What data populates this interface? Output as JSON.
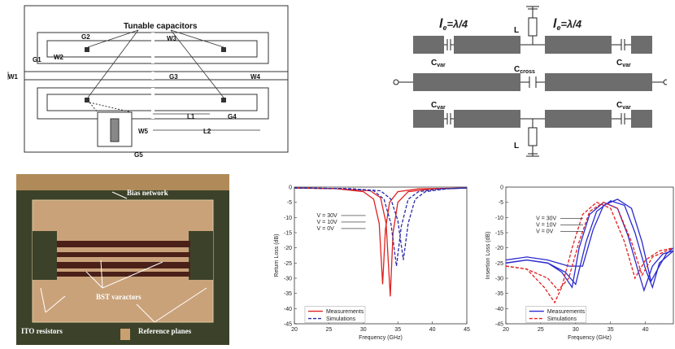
{
  "layout_diagram": {
    "title": "Tunable capacitors",
    "labels": {
      "g1": "G1",
      "g2": "G2",
      "g3": "G3",
      "g4": "G4",
      "g5": "G5",
      "w1": "W1",
      "w2": "W2",
      "w3": "W3",
      "w4": "W4",
      "w5": "W5",
      "l1": "L1",
      "l2": "L2"
    }
  },
  "circuit": {
    "le": "l",
    "le_sub": "e",
    "le_eq": "=λ/4",
    "inductor": "L",
    "cvar": "C",
    "cvar_sub": "var",
    "ccross": "C",
    "ccross_sub": "cross"
  },
  "photo": {
    "bias": "Bias network",
    "bst": "BST varactors",
    "ito": "ITO resistors",
    "ref": "Reference planes"
  },
  "chart_data": [
    {
      "type": "line",
      "ylabel": "Return Loss (dB)",
      "xlabel": "Frequency (GHz)",
      "xlim": [
        20,
        45
      ],
      "ylim": [
        -45,
        0
      ],
      "xticks": [
        "20",
        "25",
        "30",
        "35",
        "40",
        "45"
      ],
      "yticks": [
        "0",
        "-5",
        "-10",
        "-15",
        "-20",
        "-25",
        "-30",
        "-35",
        "-40",
        "-45"
      ],
      "annotations": [
        "V = 30V",
        "V = 10V",
        "V = 0V"
      ],
      "legend": [
        "Measurements",
        "Simulations"
      ],
      "colors": {
        "meas": "#e02020",
        "sim": "#2a2aa8"
      },
      "series": [
        {
          "name": "Measurements",
          "curves": [
            {
              "x": [
                20,
                26,
                30,
                31.5,
                32.3,
                32.8,
                33.2,
                33.8,
                35,
                38,
                45
              ],
              "y": [
                -0.3,
                -0.5,
                -1.5,
                -4,
                -12,
                -32,
                -14,
                -5,
                -1.5,
                -0.6,
                -0.3
              ]
            },
            {
              "x": [
                20,
                26,
                31,
                32.5,
                33.3,
                33.9,
                34.3,
                35,
                36.5,
                40,
                45
              ],
              "y": [
                -0.3,
                -0.5,
                -1.2,
                -3.5,
                -12,
                -36,
                -15,
                -5,
                -1.5,
                -0.6,
                -0.3
              ]
            }
          ]
        },
        {
          "name": "Simulations",
          "curves": [
            {
              "x": [
                20,
                27,
                31.5,
                33,
                34,
                34.8,
                35.5,
                36.5,
                38,
                41,
                45
              ],
              "y": [
                -0.3,
                -0.5,
                -1.2,
                -4,
                -12,
                -26,
                -13,
                -4,
                -1.5,
                -0.6,
                -0.3
              ]
            },
            {
              "x": [
                20,
                28,
                32.5,
                34,
                35,
                35.8,
                36.5,
                37.5,
                39,
                42,
                45
              ],
              "y": [
                -0.3,
                -0.5,
                -1.2,
                -4,
                -11,
                -24,
                -12,
                -4,
                -1.5,
                -0.6,
                -0.3
              ]
            }
          ]
        }
      ]
    },
    {
      "type": "line",
      "ylabel": "Insertion Loss (dB)",
      "xlabel": "Frequency (GHz)",
      "xlim": [
        20,
        44
      ],
      "ylim": [
        -45,
        0
      ],
      "xticks": [
        "20",
        "25",
        "30",
        "35",
        "40"
      ],
      "yticks": [
        "0",
        "-5",
        "-10",
        "-15",
        "-20",
        "-25",
        "-30",
        "-35",
        "-40",
        "-45"
      ],
      "annotations": [
        "V = 30V",
        "V = 10V",
        "V = 0V"
      ],
      "legend": [
        "Measurements",
        "Simulations"
      ],
      "colors": {
        "meas": "#2a2ad0",
        "sim": "#e02020"
      },
      "series": [
        {
          "name": "Measurements",
          "curves": [
            {
              "x": [
                20,
                23,
                26,
                28,
                29.5,
                30.5,
                32,
                34,
                36,
                37.5,
                39,
                39.8,
                41,
                42.5,
                44
              ],
              "y": [
                -25,
                -24,
                -25,
                -28,
                -33,
                -20,
                -9,
                -5,
                -7,
                -16,
                -28,
                -34,
                -26,
                -22,
                -21
              ]
            },
            {
              "x": [
                20,
                23,
                26,
                28.5,
                30,
                31.5,
                33,
                35,
                37,
                38.5,
                40,
                41,
                42,
                44
              ],
              "y": [
                -25,
                -24,
                -25,
                -28,
                -32,
                -18,
                -8,
                -4.5,
                -6,
                -15,
                -27,
                -33,
                -25,
                -21
              ]
            },
            {
              "x": [
                20,
                23,
                26,
                29,
                31,
                32.5,
                34,
                36,
                38,
                39.5,
                40.8,
                42,
                43,
                44
              ],
              "y": [
                -24,
                -23,
                -24,
                -26,
                -26,
                -14,
                -6,
                -4,
                -7,
                -18,
                -31,
                -26,
                -22,
                -20
              ]
            }
          ]
        },
        {
          "name": "Simulations",
          "curves": [
            {
              "x": [
                20,
                23,
                25.5,
                27,
                28,
                29.5,
                31,
                33,
                35,
                37,
                38.5,
                40,
                42,
                44
              ],
              "y": [
                -26,
                -27,
                -33,
                -38,
                -33,
                -20,
                -9,
                -5,
                -7,
                -18,
                -30,
                -24,
                -21,
                -20
              ]
            },
            {
              "x": [
                20,
                23,
                26,
                27.5,
                29,
                30.5,
                32,
                34,
                36,
                38,
                39.5,
                41,
                43,
                44
              ],
              "y": [
                -26,
                -27,
                -30,
                -34,
                -30,
                -18,
                -8,
                -5,
                -7,
                -18,
                -29,
                -23,
                -21,
                -20
              ]
            }
          ]
        }
      ]
    }
  ]
}
